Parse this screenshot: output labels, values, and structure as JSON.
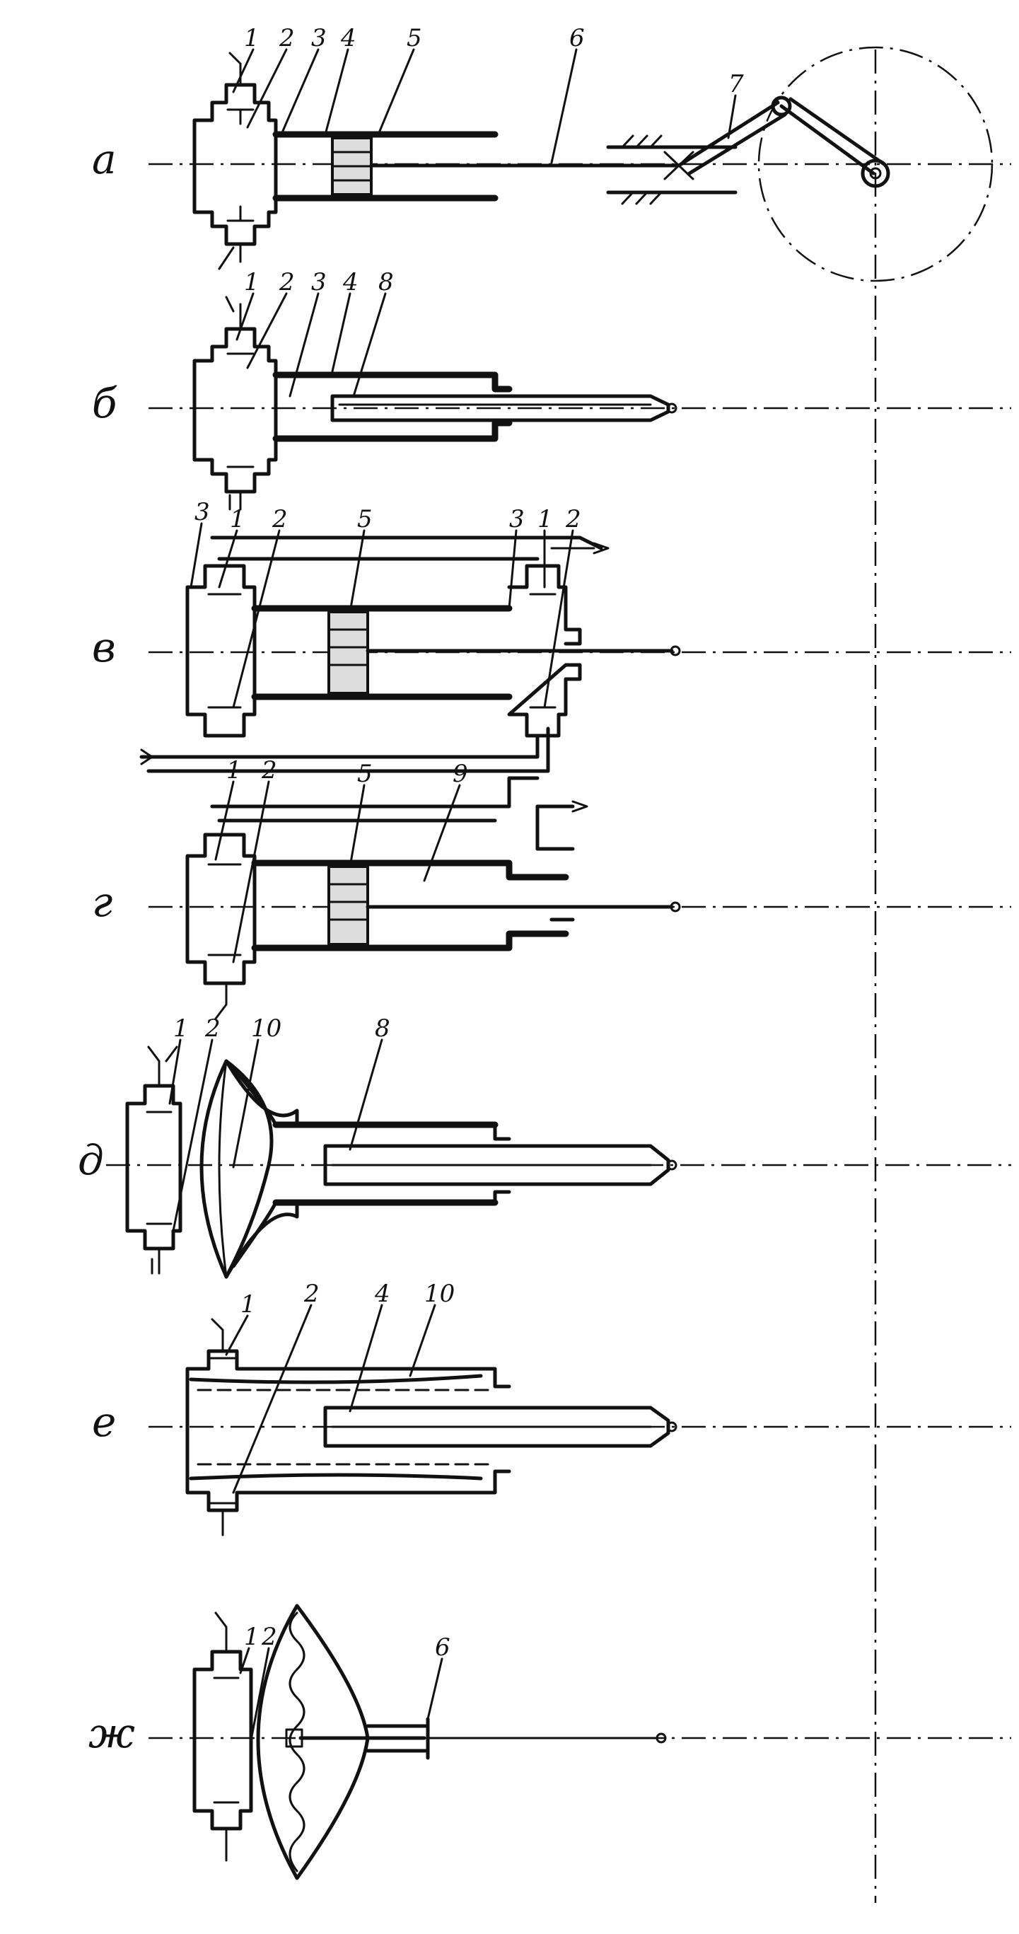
{
  "rows": [
    {
      "label": "а",
      "numbers": [
        "1",
        "2",
        "3",
        "4",
        "5",
        "6",
        "7"
      ]
    },
    {
      "label": "б",
      "numbers": [
        "1",
        "2",
        "3",
        "4",
        "8"
      ]
    },
    {
      "label": "в",
      "numbers": [
        "3",
        "1",
        "2",
        "5",
        "3",
        "1",
        "2"
      ]
    },
    {
      "label": "г",
      "numbers": [
        "1",
        "2",
        "5",
        "9"
      ]
    },
    {
      "label": "д",
      "numbers": [
        "1",
        "2",
        "10",
        "8"
      ]
    },
    {
      "label": "е",
      "numbers": [
        "1",
        "2",
        "4",
        "10"
      ]
    },
    {
      "label": "ж",
      "numbers": [
        "1",
        "2",
        "6"
      ]
    }
  ]
}
